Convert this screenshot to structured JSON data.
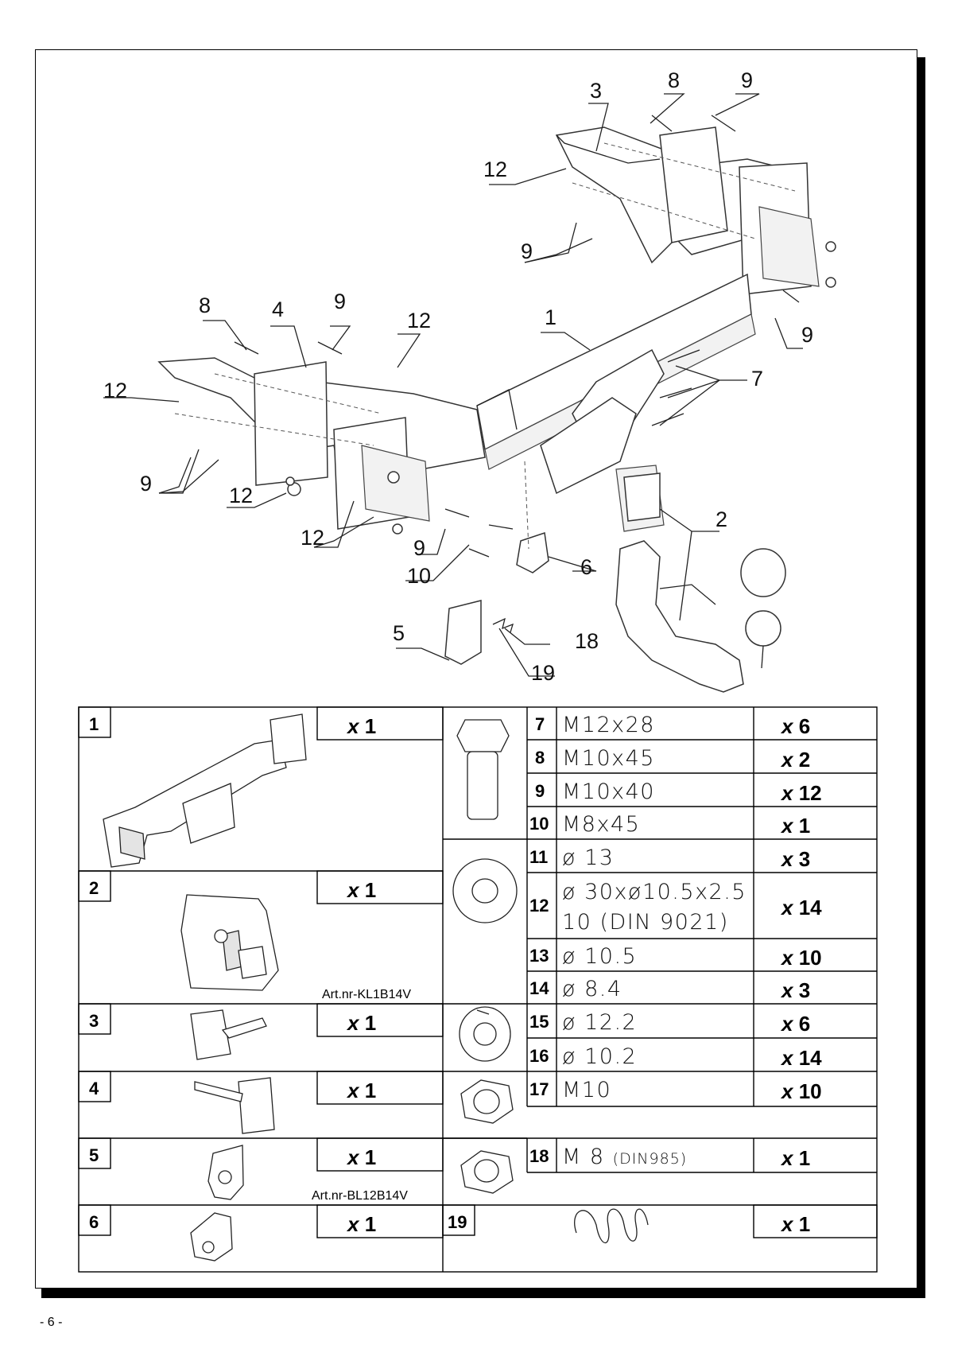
{
  "callouts": {
    "c3": "3",
    "c8a": "8",
    "c9a": "9",
    "c12a": "12",
    "c9b": "9",
    "c8b": "8",
    "c4": "4",
    "c9c": "9",
    "c12b": "12",
    "c1": "1",
    "c12c": "12",
    "c9d": "9",
    "c7": "7",
    "c9e": "9",
    "c12d": "12",
    "c12e": "12",
    "c2": "2",
    "c9f": "9",
    "c10": "10",
    "c6": "6",
    "c5": "5",
    "c18": "18",
    "c19": "19"
  },
  "parts_left": [
    {
      "no": "1",
      "qty": "1",
      "art": ""
    },
    {
      "no": "2",
      "qty": "1",
      "art": "Art.nr-KL1B14V"
    },
    {
      "no": "3",
      "qty": "1",
      "art": ""
    },
    {
      "no": "4",
      "qty": "1",
      "art": ""
    },
    {
      "no": "5",
      "qty": "1",
      "art": "Art.nr-BL12B14V"
    },
    {
      "no": "6",
      "qty": "1",
      "art": ""
    }
  ],
  "qty_prefix": "x",
  "hardware": [
    {
      "no": "7",
      "spec": "M12x28",
      "qty": "6"
    },
    {
      "no": "8",
      "spec": "M10x45",
      "qty": "2"
    },
    {
      "no": "9",
      "spec": "M10x40",
      "qty": "12"
    },
    {
      "no": "10",
      "spec": "M8x45",
      "qty": "1"
    },
    {
      "no": "11",
      "spec": "ø 13",
      "qty": "3"
    },
    {
      "no": "12",
      "spec": "ø 30xø10.5x2.5",
      "spec2": "10   (DIN 9021)",
      "qty": "14"
    },
    {
      "no": "13",
      "spec": "ø 10.5",
      "qty": "10"
    },
    {
      "no": "14",
      "spec": "ø 8.4",
      "qty": "3"
    },
    {
      "no": "15",
      "spec": "ø 12.2",
      "qty": "6"
    },
    {
      "no": "16",
      "spec": "ø 10.2",
      "qty": "14"
    },
    {
      "no": "17",
      "spec": "M10",
      "qty": "10"
    },
    {
      "no": "18",
      "spec": "M 8",
      "spec_note": "(DIN985)",
      "qty": "1"
    },
    {
      "no": "19",
      "spec": "",
      "qty": "1"
    }
  ],
  "page_number": "- 6 -"
}
